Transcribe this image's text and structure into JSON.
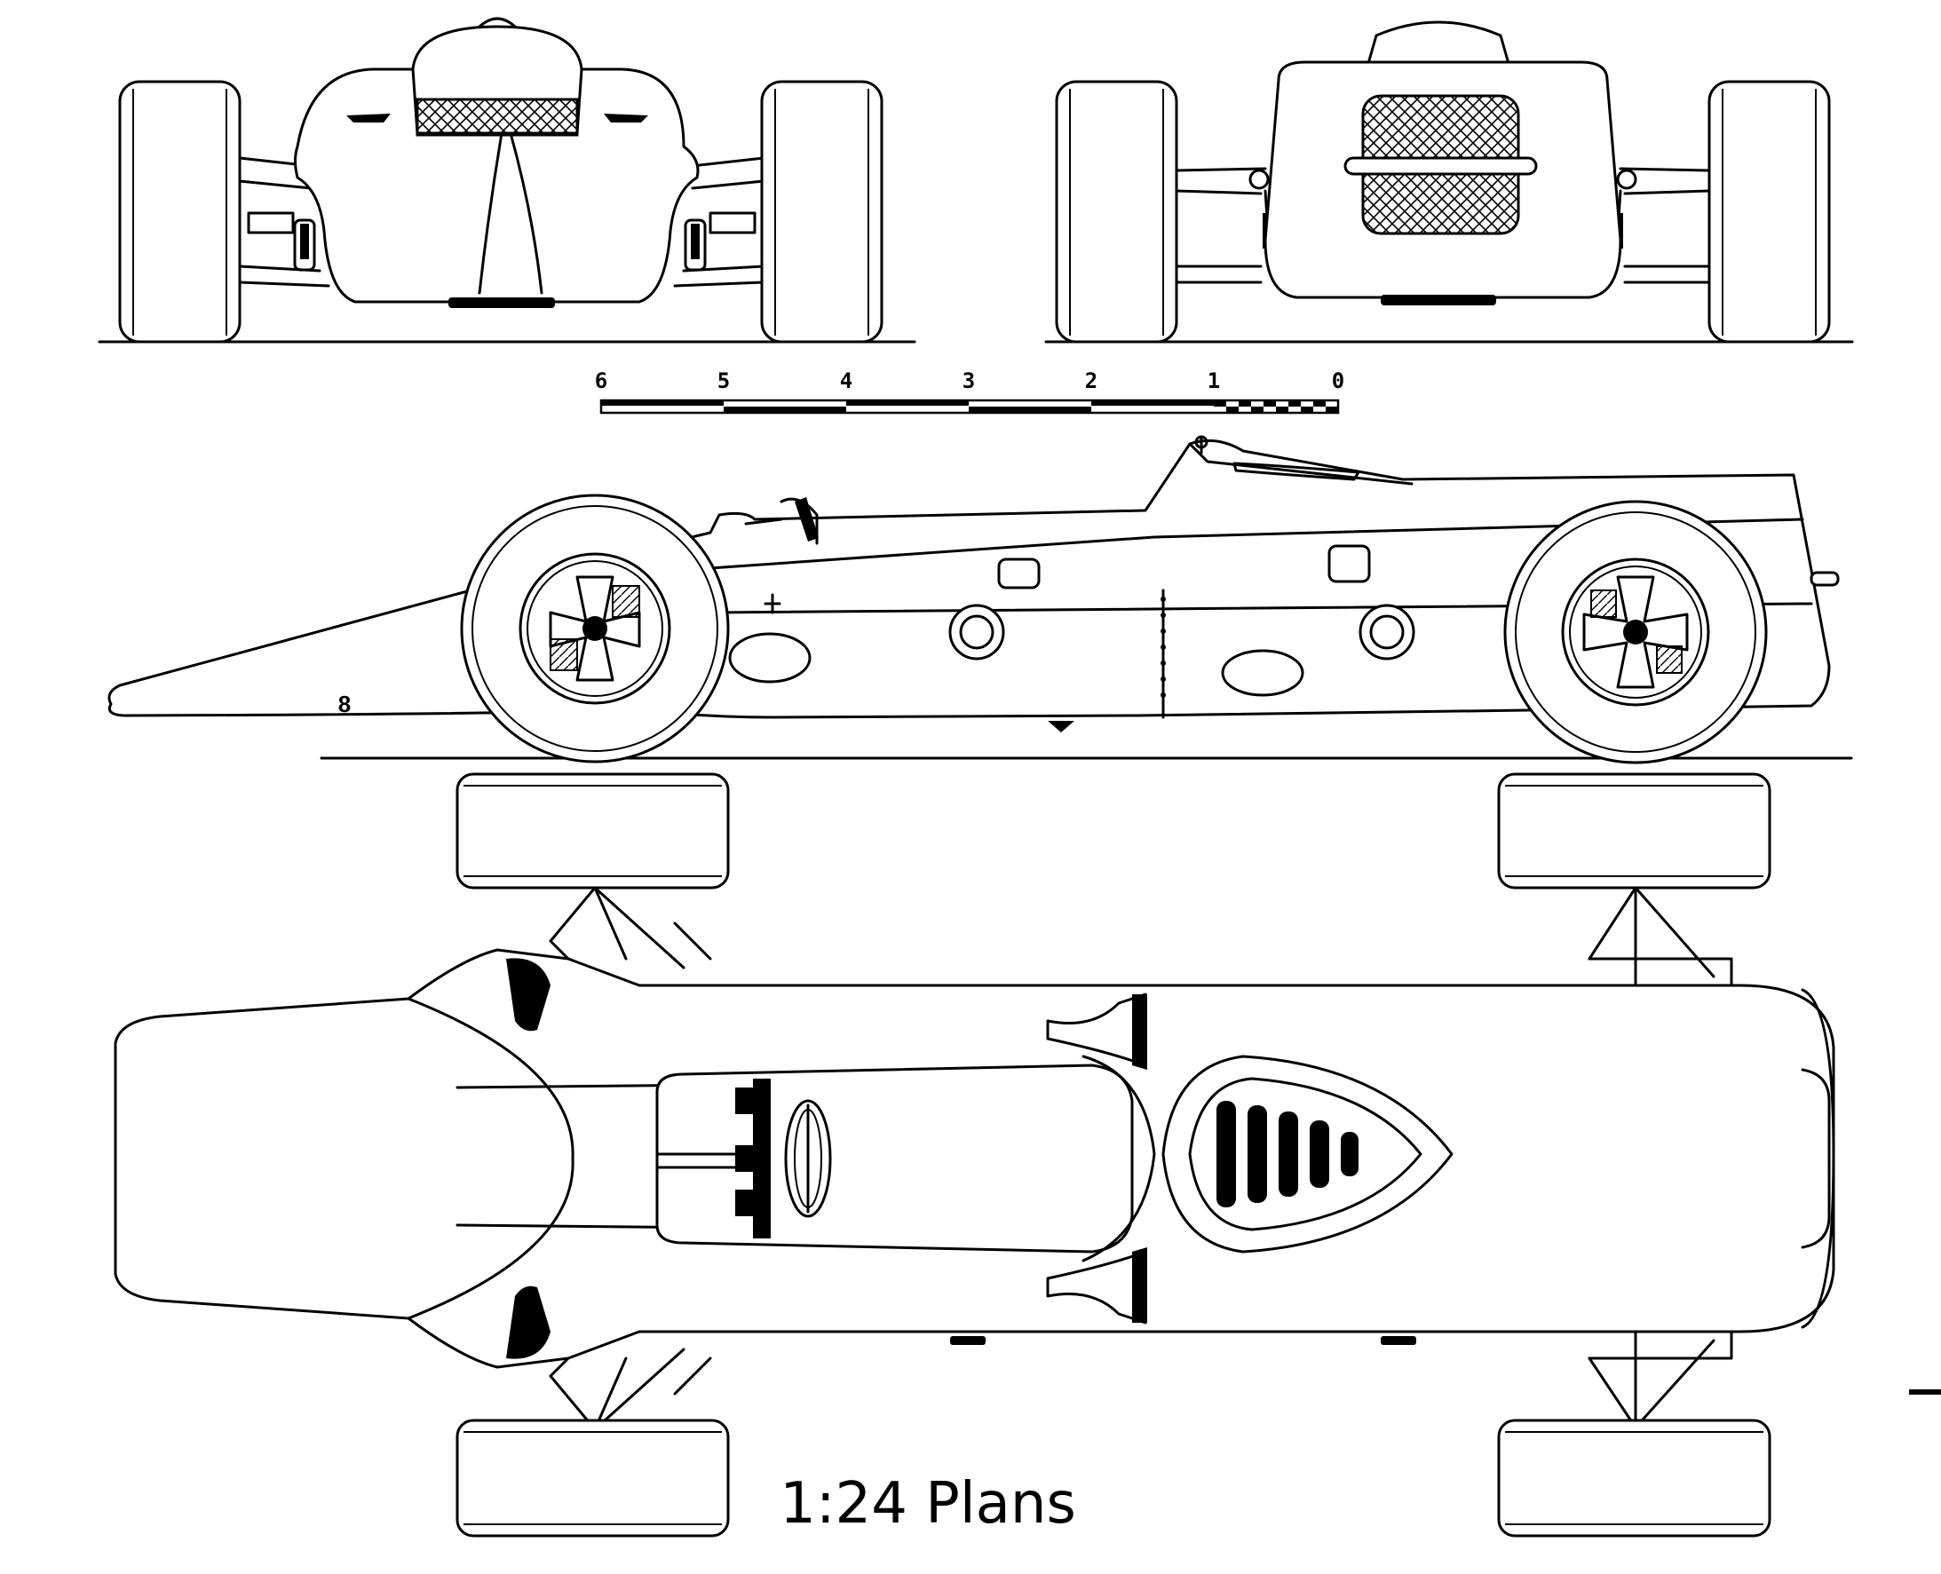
{
  "scale_bar": {
    "labels": [
      "6",
      "5",
      "4",
      "3",
      "2",
      "1",
      "0"
    ]
  },
  "caption": "1:24 Plans",
  "side_view": {
    "number": "8"
  },
  "views": [
    "front-view",
    "rear-view",
    "side-view",
    "top-view"
  ]
}
